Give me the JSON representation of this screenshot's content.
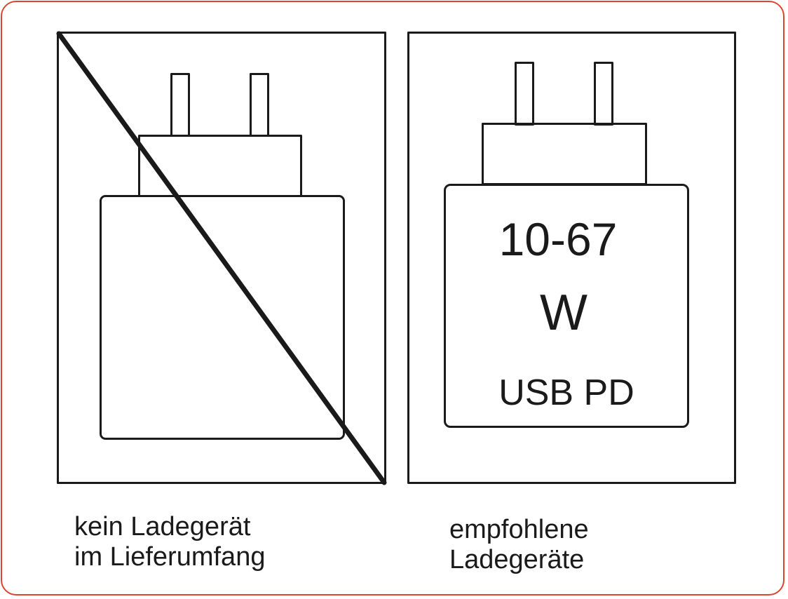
{
  "colors": {
    "border": "#d9472e",
    "ink": "#1a1a1a"
  },
  "left_panel": {
    "icon": "charger-crossed-out-icon",
    "caption_line1": "kein Ladegerät",
    "caption_line2": "im Lieferumfang"
  },
  "right_panel": {
    "icon": "charger-icon",
    "power_range": "10-67",
    "power_unit": "W",
    "standard": "USB PD",
    "caption_line1": "empfohlene",
    "caption_line2": "Ladegeräte"
  }
}
